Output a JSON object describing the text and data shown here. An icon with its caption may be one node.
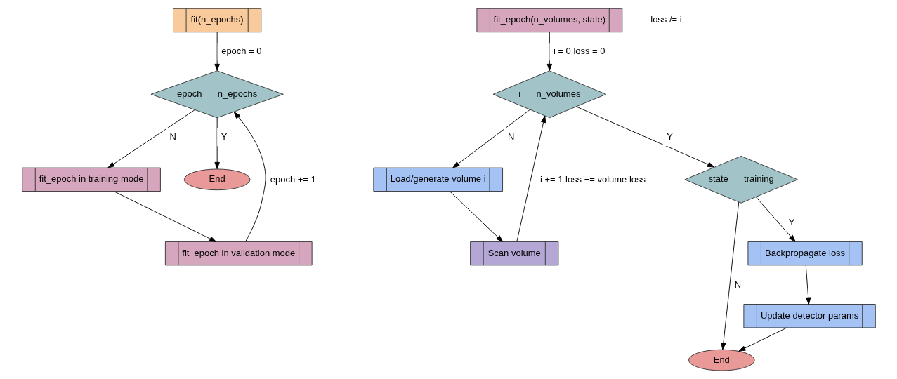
{
  "diagram": {
    "nodes": [
      {
        "text": [
          "fit(n_epochs)"
        ]
      },
      {
        "text": [
          "epoch == n_epochs"
        ]
      },
      {
        "text": [
          "fit_epoch in training mode"
        ]
      },
      {
        "text": [
          "fit_epoch in validation mode"
        ]
      },
      {
        "text": [
          "End"
        ]
      },
      {
        "text": [
          "fit_epoch(n_volumes, state)"
        ]
      },
      {
        "text": [
          "i == n_volumes"
        ]
      },
      {
        "text": [
          "Load/generate volume i"
        ]
      },
      {
        "text": [
          "Scan volume"
        ]
      },
      {
        "text": [
          "state == training"
        ]
      },
      {
        "text": [
          "Backpropagate loss"
        ]
      },
      {
        "text": [
          "Update detector params"
        ]
      },
      {
        "text": [
          "End"
        ]
      }
    ],
    "edges": [
      {
        "from": 0,
        "to": 1,
        "arrow": "to",
        "label": "epoch = 0"
      },
      {
        "from": 1,
        "to": 2,
        "arrow": "to",
        "label": "N"
      },
      {
        "from": 2,
        "to": 3,
        "arrow": "to"
      },
      {
        "from": 3,
        "to": 1,
        "arrow": "to",
        "label": "epoch += 1"
      },
      {
        "from": 1,
        "to": 4,
        "arrow": "to",
        "label": "Y"
      },
      {
        "from": 5,
        "to": 6,
        "arrow": "to",
        "label": "i = 0 loss = 0"
      },
      {
        "from": 6,
        "to": 7,
        "arrow": "to",
        "label": "N"
      },
      {
        "from": 7,
        "to": 8,
        "arrow": "to"
      },
      {
        "from": 8,
        "to": 6,
        "arrow": "to",
        "label": "i += 1 loss += volume loss"
      },
      {
        "from": 6,
        "to": 9,
        "arrow": "to",
        "label": "Y"
      },
      {
        "from": 9,
        "to": 10,
        "arrow": "to",
        "label": "Y"
      },
      {
        "from": 10,
        "to": 11,
        "arrow": "to"
      },
      {
        "from": 11,
        "to": 12,
        "arrow": "to"
      },
      {
        "from": 9,
        "to": 12,
        "arrow": "to",
        "label": "N"
      }
    ],
    "labels": [
      "loss /= i"
    ]
  }
}
